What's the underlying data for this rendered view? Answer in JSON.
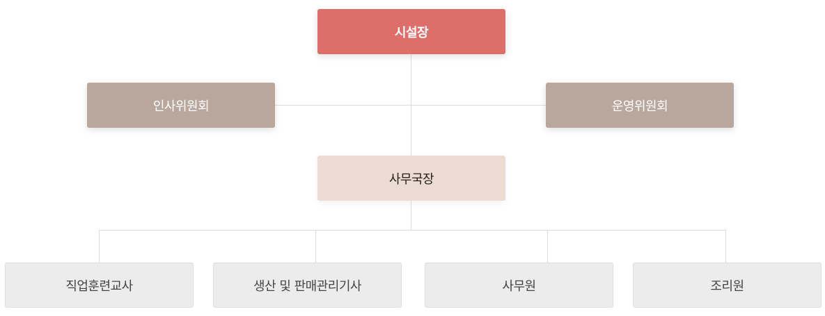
{
  "org_chart": {
    "head": {
      "label": "시설장",
      "color": "#dd6e6a"
    },
    "committees": [
      {
        "label": "인사위원회",
        "color": "#b9a79d"
      },
      {
        "label": "운영위원회",
        "color": "#b9a79d"
      }
    ],
    "director": {
      "label": "사무국장",
      "color": "#ecdcd4"
    },
    "staff": [
      {
        "label": "직업훈련교사"
      },
      {
        "label": "생산 및 판매관리기사"
      },
      {
        "label": "사무원"
      },
      {
        "label": "조리원"
      }
    ],
    "staff_color": "#ececec",
    "connector_color": "#dcdcdc"
  }
}
